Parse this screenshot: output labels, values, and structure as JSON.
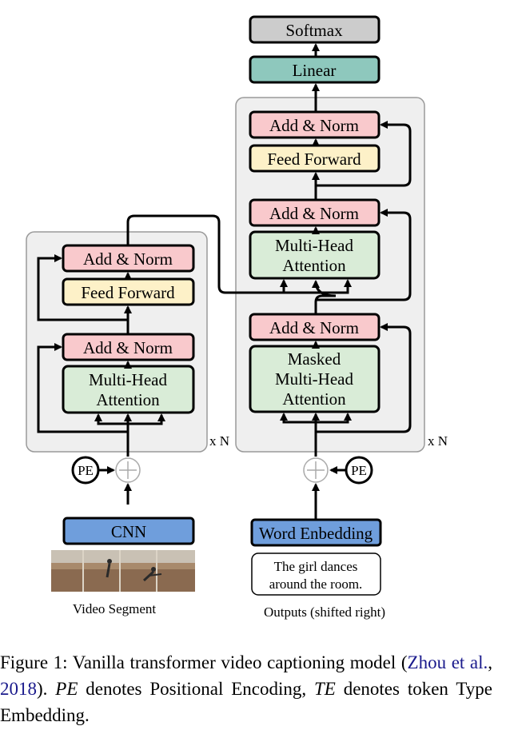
{
  "encoder": {
    "add_norm_top": "Add & Norm",
    "feed_forward": "Feed Forward",
    "add_norm_bottom": "Add & Norm",
    "mha_line1": "Multi-Head",
    "mha_line2": "Attention",
    "repeat": "x N",
    "pe": "PE",
    "cnn": "CNN",
    "input_label": "Video Segment"
  },
  "decoder": {
    "softmax": "Softmax",
    "linear": "Linear",
    "add_norm_top": "Add & Norm",
    "feed_forward": "Feed Forward",
    "add_norm_mid": "Add & Norm",
    "mha_line1": "Multi-Head",
    "mha_line2": "Attention",
    "add_norm_bottom": "Add & Norm",
    "masked_line1": "Masked",
    "masked_line2": "Multi-Head",
    "masked_line3": "Attention",
    "repeat": "x N",
    "pe": "PE",
    "word_embedding": "Word Enbedding",
    "sentence_line1": "The girl dances",
    "sentence_line2": "around the room.",
    "output_label": "Outputs (shifted right)"
  },
  "caption": {
    "lead": "Figure 1: Vanilla transformer video captioning model (",
    "cite_author": "Zhou et al.",
    "cite_sep": ", ",
    "cite_year": "2018",
    "mid": "). ",
    "pe_term": "PE",
    "pe_text": " denotes Positional Encoding, ",
    "te_term": "TE",
    "te_text": " denotes token Type Embedding."
  },
  "colors": {
    "add_norm": "#f9c9cc",
    "feed_forward": "#fdf1c8",
    "attention": "#d9ecd7",
    "linear": "#8ec8bd",
    "softmax": "#cccccc",
    "embedding": "#6f9edc",
    "block_bg": "#efefef"
  }
}
